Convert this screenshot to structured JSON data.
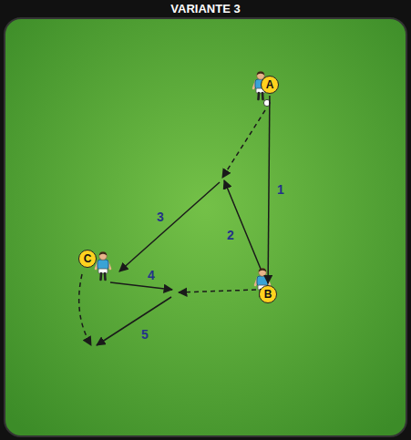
{
  "diagram": {
    "title": "VARIANTE 3",
    "nodes": [
      {
        "text": [
          "A"
        ]
      },
      {
        "text": [
          "B"
        ]
      },
      {
        "text": [
          "C"
        ]
      }
    ],
    "edges": [
      {
        "from": 0,
        "to": 1,
        "arrow": "to",
        "label": "1"
      }
    ],
    "labels": [
      "2",
      "3",
      "4",
      "5"
    ]
  }
}
